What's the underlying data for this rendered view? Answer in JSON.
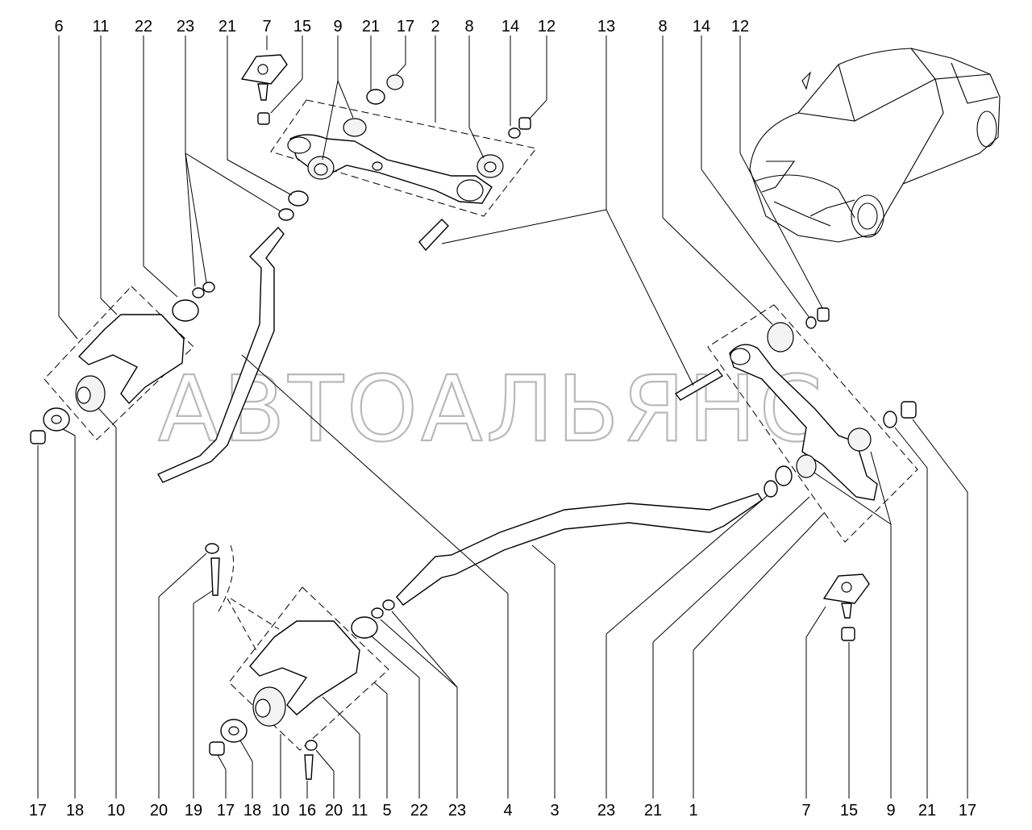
{
  "watermark": "АВТОАЛЬЯНС",
  "callouts_top": [
    "6",
    "11",
    "22",
    "23",
    "21",
    "7",
    "15",
    "9",
    "21",
    "17",
    "2",
    "8",
    "14",
    "12",
    "13",
    "8",
    "14",
    "12"
  ],
  "callouts_bottom": [
    "17",
    "18",
    "10",
    "20",
    "19",
    "17",
    "18",
    "10",
    "16",
    "20",
    "11",
    "5",
    "22",
    "23",
    "4",
    "3",
    "23",
    "21",
    "1",
    "7",
    "15",
    "9",
    "21",
    "17"
  ]
}
